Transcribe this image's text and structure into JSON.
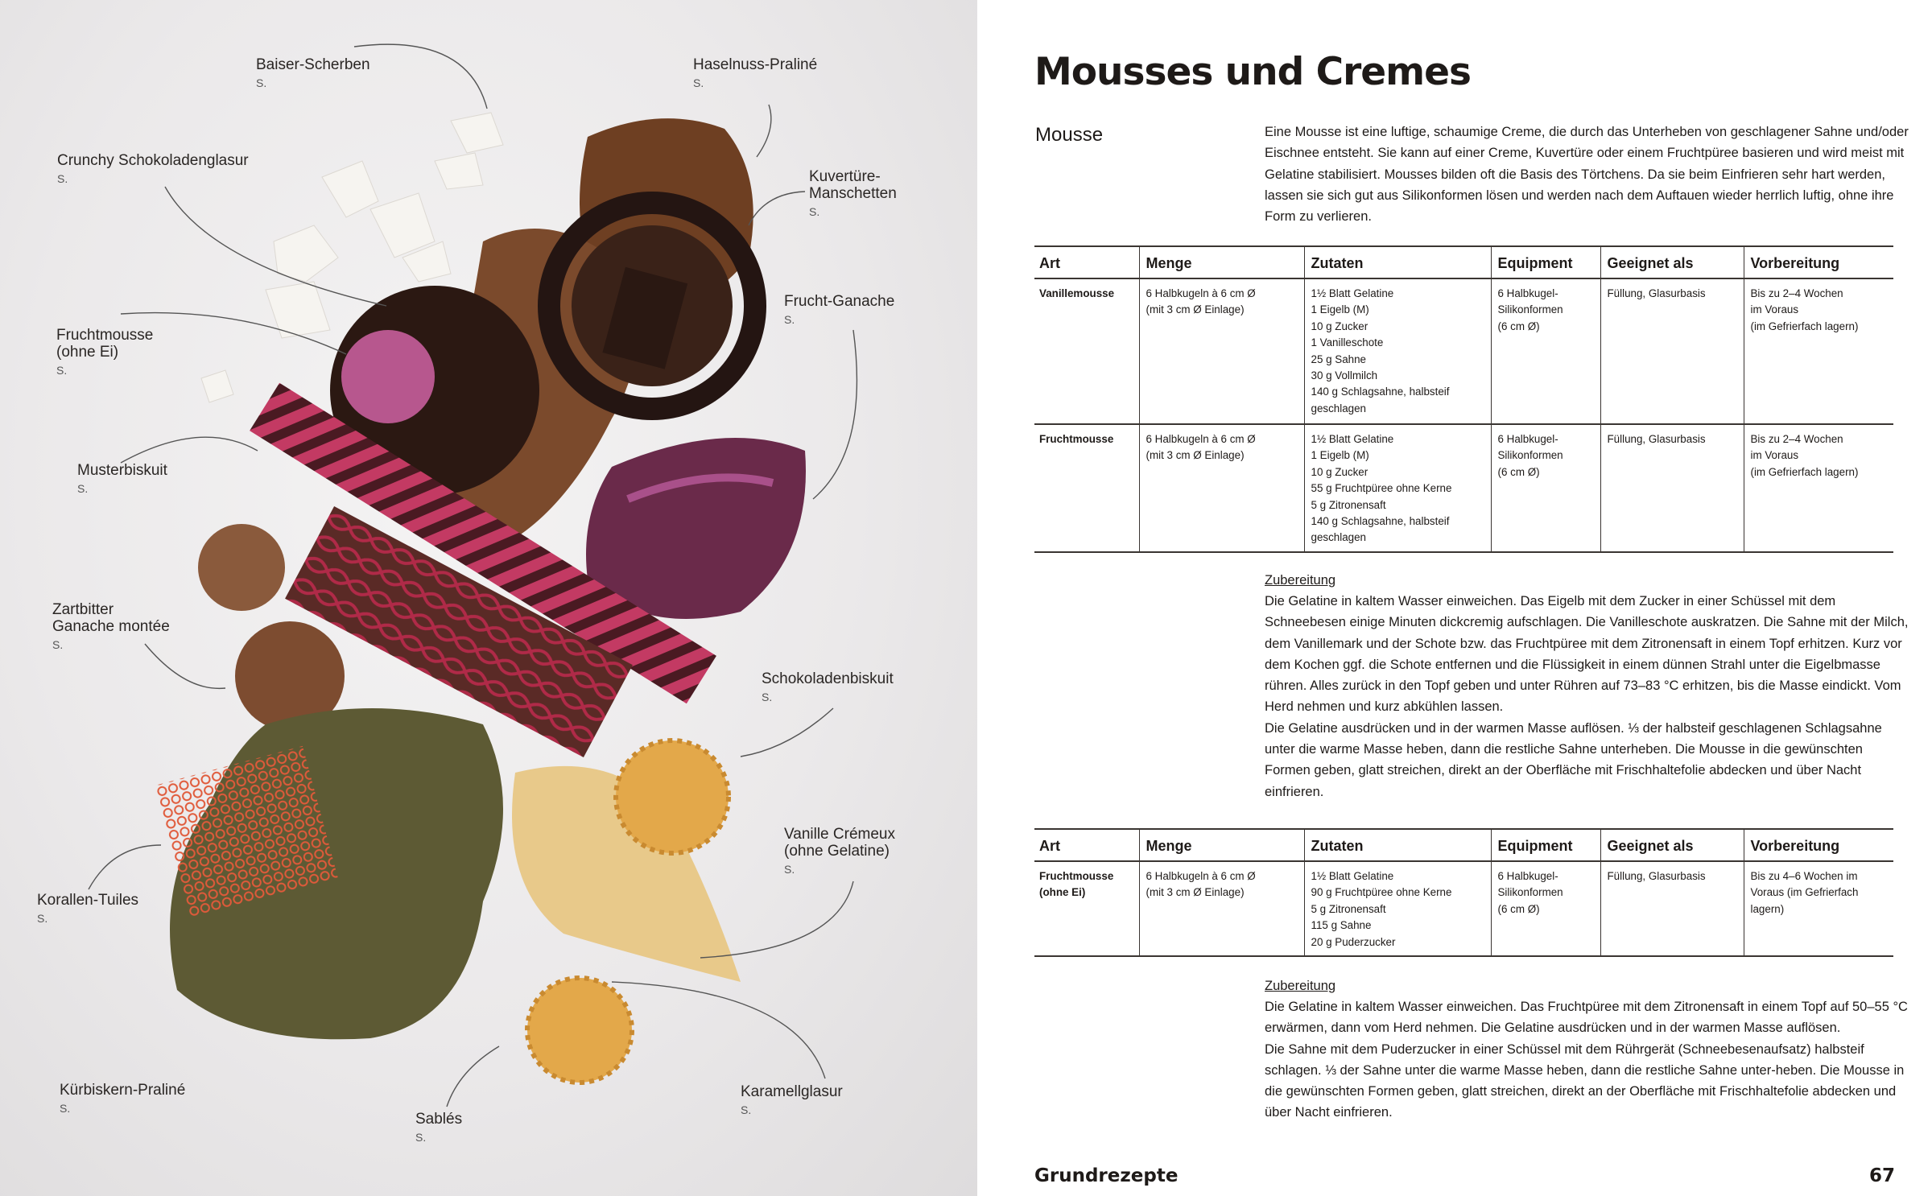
{
  "photo_labels": [
    {
      "name": "Baiser-Scherben",
      "ref": "S."
    },
    {
      "name": "Haselnuss-Praliné",
      "ref": "S."
    },
    {
      "name": "Crunchy Schokoladenglasur",
      "ref": "S."
    },
    {
      "name": "Kuvertüre-\nManschetten",
      "ref": "S."
    },
    {
      "name": "Fruchtmousse\n(ohne Ei)",
      "ref": "S."
    },
    {
      "name": "Frucht-Ganache",
      "ref": "S."
    },
    {
      "name": "Musterbiskuit",
      "ref": "S."
    },
    {
      "name": "Zartbitter\nGanache montée",
      "ref": "S."
    },
    {
      "name": "Schokoladenbiskuit",
      "ref": "S."
    },
    {
      "name": "Vanille Crémeux\n(ohne Gelatine)",
      "ref": "S."
    },
    {
      "name": "Korallen-Tuiles",
      "ref": "S."
    },
    {
      "name": "Kürbiskern-Praliné",
      "ref": "S."
    },
    {
      "name": "Sablés",
      "ref": "S."
    },
    {
      "name": "Karamellglasur",
      "ref": "S."
    }
  ],
  "page": {
    "title": "Mousses und Cremes",
    "section": "Mousse",
    "intro": "Eine Mousse ist eine luftige, schaumige Creme, die durch das Unterheben von geschlagener Sahne und/oder Eischnee entsteht. Sie kann auf einer Creme, Kuvertüre oder einem Fruchtpüree basieren und wird meist mit Gelatine stabilisiert. Mousses bilden oft die Basis des Törtchens. Da sie beim Einfrieren sehr hart werden, lassen sie sich gut aus Silikonformen lösen und werden nach dem Auftauen wieder herrlich luftig, ohne ihre Form zu verlieren.",
    "headers": [
      "Art",
      "Menge",
      "Zutaten",
      "Equipment",
      "Geeignet als",
      "Vorbereitung"
    ],
    "table1": [
      {
        "art": "Vanillemousse",
        "menge": "6 Halbkugeln à 6 cm Ø\n(mit 3 cm Ø Einlage)",
        "zutaten": "1½ Blatt Gelatine\n1 Eigelb (M)\n10 g Zucker\n1 Vanilleschote\n25 g Sahne\n30 g Vollmilch\n140 g Schlagsahne, halbsteif\ngeschlagen",
        "equipment": "6 Halbkugel-\nSilikonformen\n(6 cm Ø)",
        "geeignet": "Füllung, Glasurbasis",
        "vorbereitung": "Bis zu 2–4 Wochen\nim Voraus\n(im Gefrierfach lagern)"
      },
      {
        "art": "Fruchtmousse",
        "menge": "6 Halbkugeln à 6 cm Ø\n(mit 3 cm Ø Einlage)",
        "zutaten": "1½ Blatt Gelatine\n1 Eigelb (M)\n10 g Zucker\n55 g Fruchtpüree ohne Kerne\n5 g Zitronensaft\n140 g Schlagsahne, halbsteif\ngeschlagen",
        "equipment": "6 Halbkugel-\nSilikonformen\n(6 cm Ø)",
        "geeignet": "Füllung, Glasurbasis",
        "vorbereitung": "Bis zu 2–4 Wochen\nim Voraus\n(im Gefrierfach lagern)"
      }
    ],
    "zubereitung1_label": "Zubereitung",
    "zubereitung1": "Die Gelatine in kaltem Wasser einweichen. Das Eigelb mit dem Zucker in einer Schüssel mit dem Schneebesen einige Minuten dickcremig aufschlagen. Die Vanilleschote auskratzen. Die Sahne mit der Milch, dem Vanillemark und der Schote bzw. das Fruchtpüree mit dem Zitronensaft in einem Topf erhitzen. Kurz vor dem Kochen ggf. die Schote entfernen und die Flüssigkeit in einem dünnen Strahl unter die Eigelbmasse rühren. Alles zurück in den Topf geben und unter Rühren auf 73–83 °C erhitzen, bis die Masse eindickt. Vom Herd nehmen und kurz abkühlen lassen.\nDie Gelatine ausdrücken und in der warmen Masse auflösen. ⅓ der halbsteif geschlagenen Schlagsahne unter die warme Masse heben, dann die restliche Sahne unterheben. Die Mousse in die gewünschten Formen geben, glatt streichen, direkt an der Oberfläche mit Frischhaltefolie abdecken und über Nacht einfrieren.",
    "table2": [
      {
        "art": "Fruchtmousse\n(ohne Ei)",
        "menge": "6 Halbkugeln à 6 cm Ø\n(mit 3 cm Ø Einlage)",
        "zutaten": "1½ Blatt Gelatine\n90 g Fruchtpüree ohne Kerne\n5 g Zitronensaft\n115 g Sahne\n20 g Puderzucker",
        "equipment": "6 Halbkugel-\nSilikonformen\n(6 cm Ø)",
        "geeignet": "Füllung, Glasurbasis",
        "vorbereitung": "Bis zu 4–6 Wochen im\nVoraus (im Gefrierfach\nlagern)"
      }
    ],
    "zubereitung2_label": "Zubereitung",
    "zubereitung2": "Die Gelatine in kaltem Wasser einweichen. Das Fruchtpüree mit dem Zitronensaft in einem Topf auf 50–55 °C erwärmen, dann vom Herd nehmen. Die Gelatine ausdrücken und in der warmen Masse auflösen.\nDie Sahne mit dem Puderzucker in einer Schüssel mit dem Rührgerät (Schneebesenaufsatz) halbsteif schlagen. ⅓ der Sahne unter die warme Masse heben, dann die restliche Sahne unter-heben. Die Mousse in die gewünschten Formen geben, glatt streichen, direkt an der Oberfläche mit Frischhaltefolie abdecken und über Nacht einfrieren.",
    "footer": "Grundrezepte",
    "page_number": "67"
  }
}
